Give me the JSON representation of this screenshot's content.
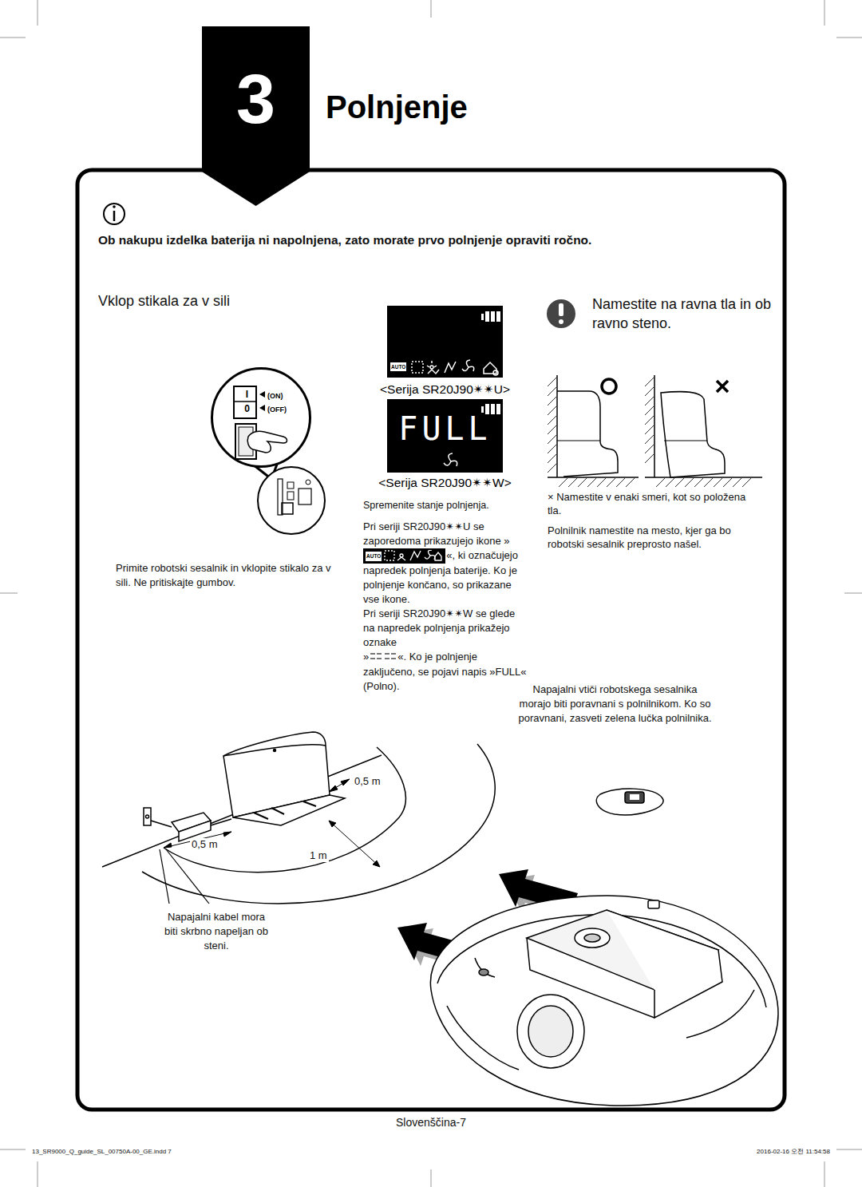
{
  "diagram": {
    "title": "Polnjenje",
    "nodes": [
      {
        "text": [
          "3"
        ]
      },
      {
        "text": [
          "AUTO",
          "<Serija SR20J90✴✴U>"
        ]
      },
      {
        "text": [
          "FULL",
          "<Serija SR20J90✴✴W>"
        ]
      },
      {
        "text": [
          "I",
          "0",
          "(ON)",
          "(OFF)"
        ]
      }
    ],
    "labels": [
      "Ob nakupu izdelka baterija ni napolnjena, zato morate prvo polnjenje opraviti ročno.",
      "Vklop stikala za v sili",
      "Namestite na ravna tla in ob ravno steno.",
      "Primite robotski sesalnik in vklopite stikalo za v sili. Ne pritiskajte gumbov.",
      "Spremenite stanje polnjenja.",
      "Pri seriji SR20J90✴✴U se zaporedoma prikazujejo ikone »",
      "AUTO",
      "«, ki označujejo napredek polnjenja baterije. Ko je polnjenje končano, so prikazane vse ikone.",
      "Pri seriji SR20J90✴✴W se glede na napredek polnjenja prikažejo oznake",
      "»",
      "«. Ko je polnjenje zaključeno, se pojavi napis »FULL« (Polno).",
      "× Namestite v enaki smeri, kot so položena tla.",
      "Polnilnik namestite na mesto, kjer ga bo robotski sesalnik preprosto našel.",
      "Napajalni vtiči robotskega sesalnika morajo biti poravnani s polnilnikom. Ko so poravnani, zasveti zelena lučka polnilnika.",
      "0,5 m",
      "0,5 m",
      "1 m",
      "Napajalni kabel mora biti skrbno napeljan ob steni.",
      "Slovenščina-7",
      "13_SR9000_Q_guide_SL_00750A-00_GE.indd   7",
      "2016-02-16   오전 11:54:58"
    ]
  }
}
